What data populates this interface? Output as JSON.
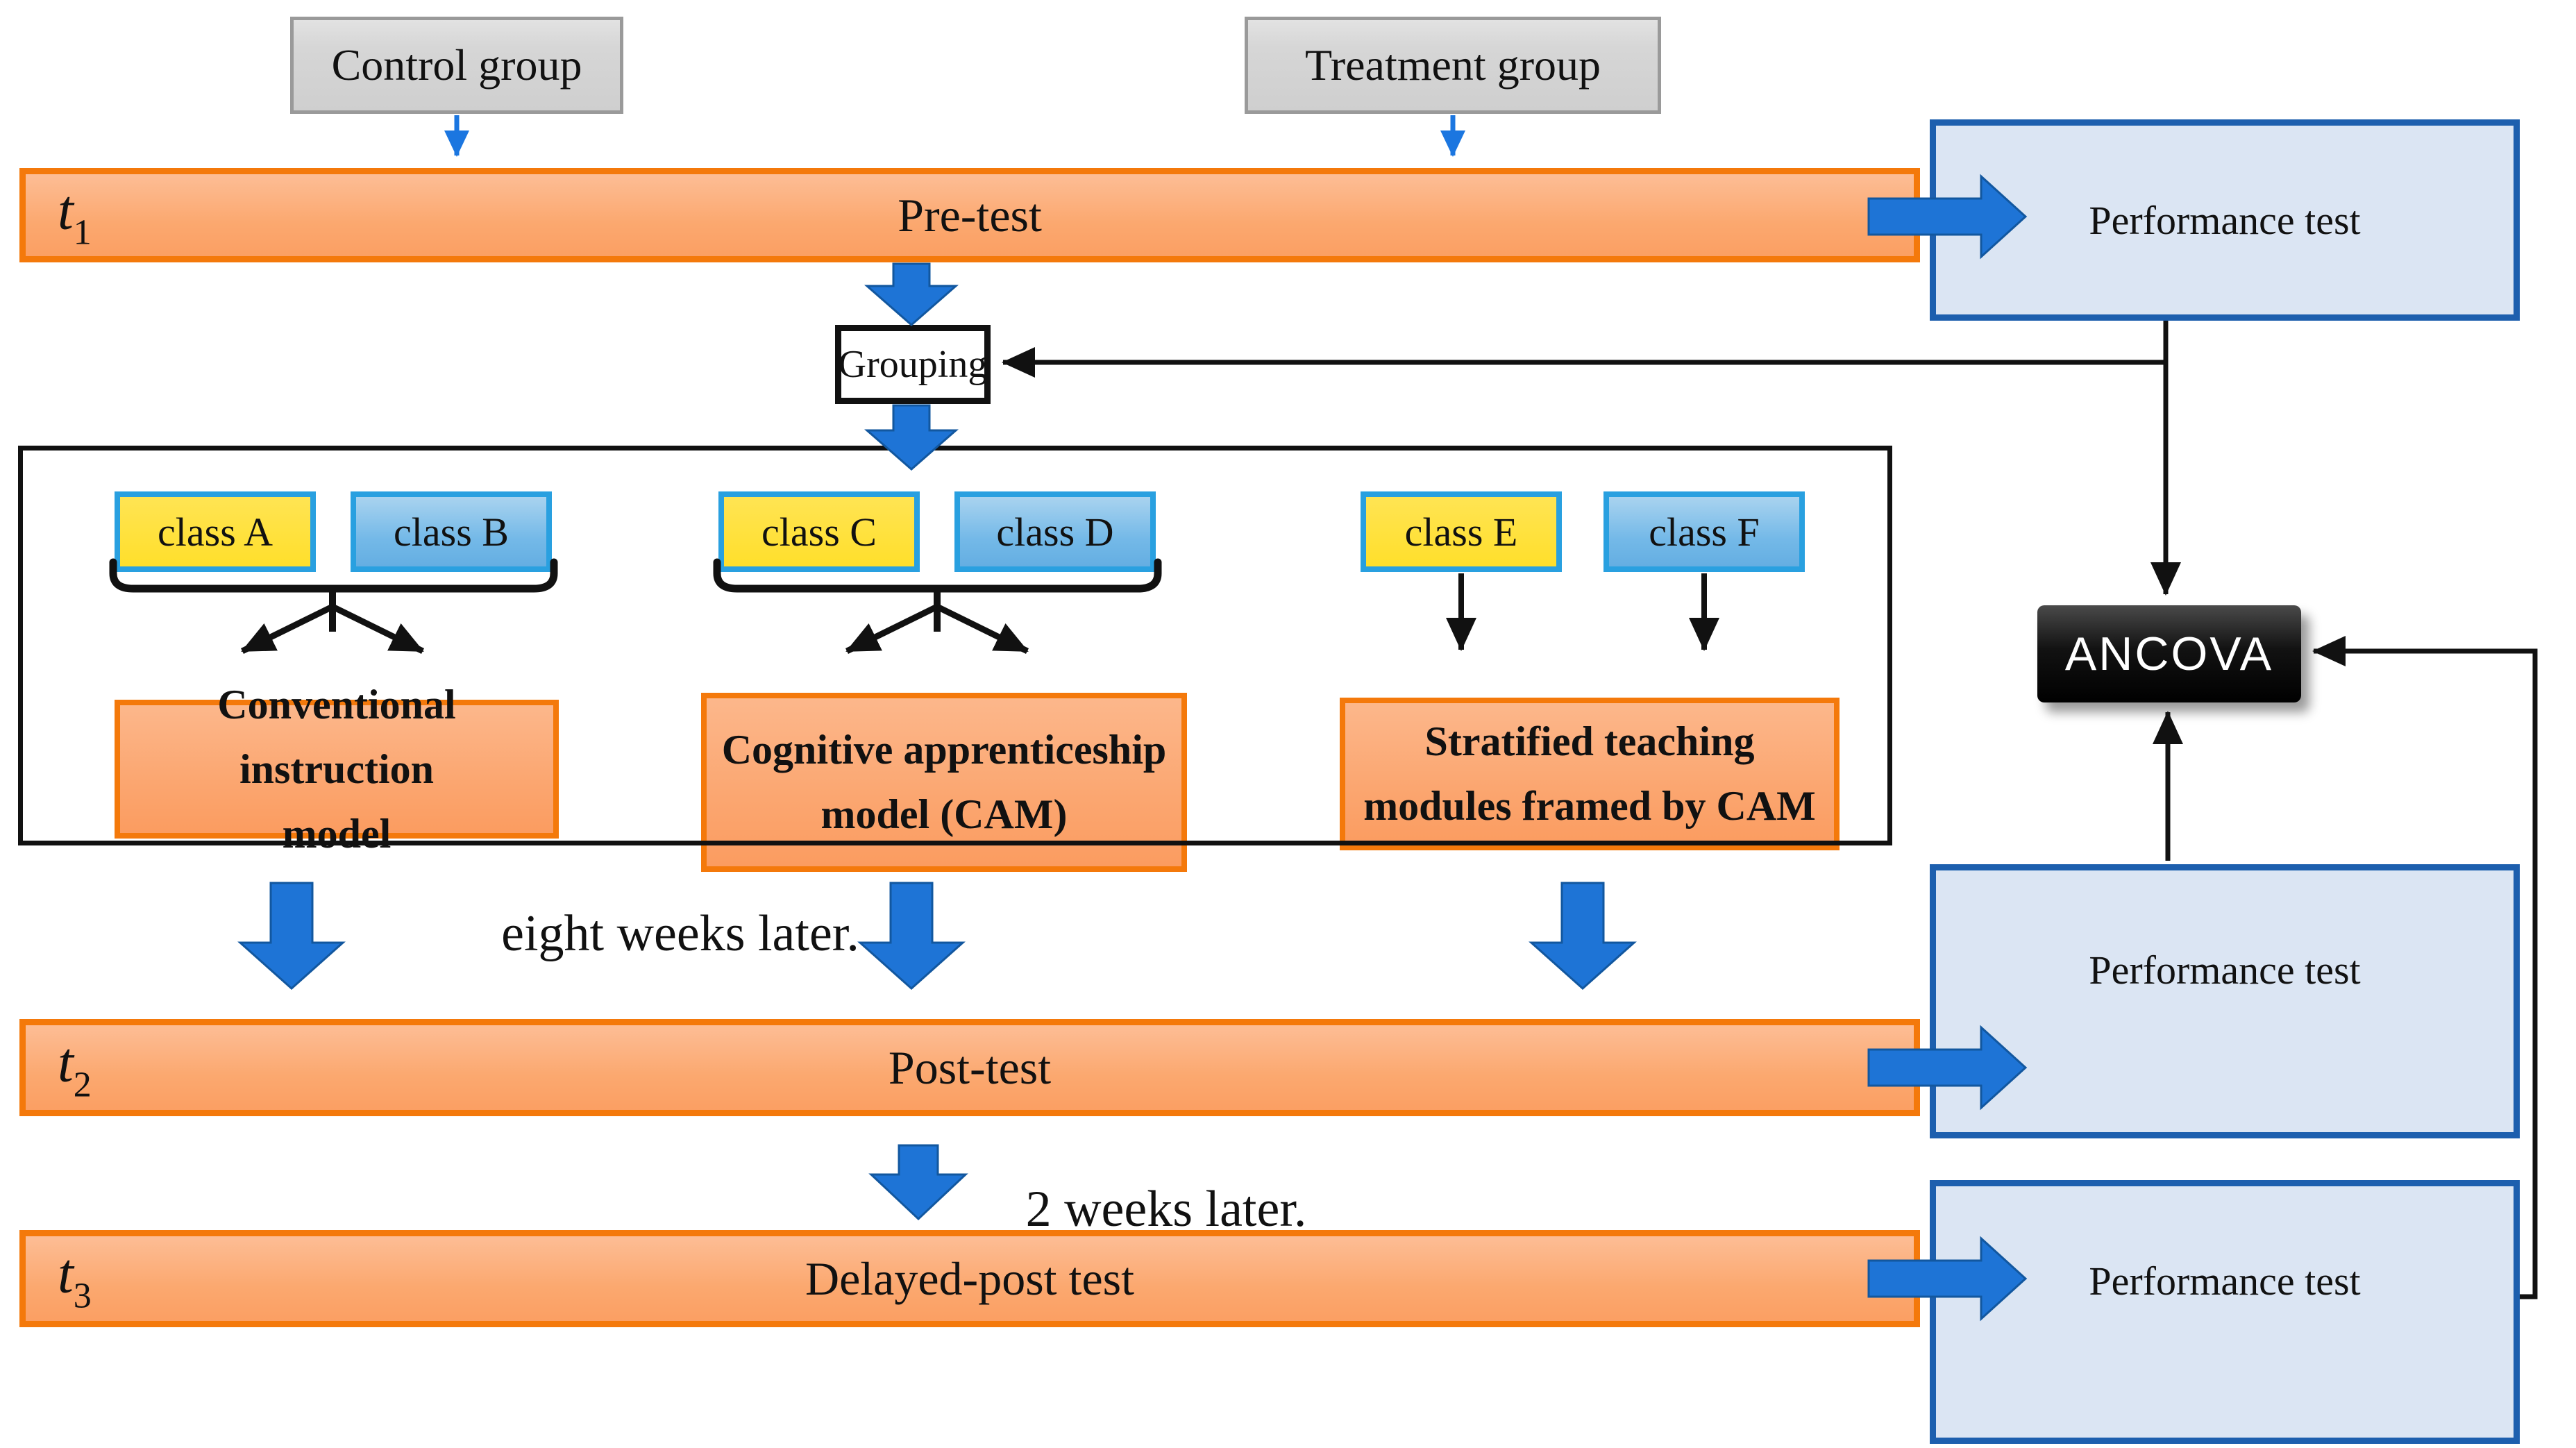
{
  "groups": {
    "control": "Control group",
    "treatment": "Treatment group"
  },
  "timeline": [
    {
      "symbol": "t",
      "sub": "1",
      "label": "Pre-test"
    },
    {
      "symbol": "t",
      "sub": "2",
      "label": "Post-test"
    },
    {
      "symbol": "t",
      "sub": "3",
      "label": "Delayed-post test"
    }
  ],
  "grouping_label": "Grouping",
  "classes": [
    "class A",
    "class B",
    "class C",
    "class D",
    "class E",
    "class F"
  ],
  "models": {
    "conventional": {
      "line1": "Conventional instruction",
      "line2": "model"
    },
    "cam": {
      "line1": "Cognitive apprenticeship",
      "line2": "model (CAM)"
    },
    "stratified": {
      "line1": "Stratified teaching",
      "line2": "modules framed by CAM"
    }
  },
  "annotations": {
    "eight_weeks": "eight weeks later.",
    "two_weeks": "2 weeks later."
  },
  "performance_test_label": "Performance test",
  "ancova_label": "ANCOVA",
  "colors": {
    "bar_fill": "#fba86f",
    "bar_border": "#f4790b",
    "class_yellow": "#ffdf2b",
    "class_blue": "#74b9e8",
    "class_border": "#29a0e0",
    "performance_fill": "#dbe5f3",
    "performance_border": "#1d5fae",
    "gray_fill": "#d6d6d6",
    "thick_arrow_blue": "#1e74d6",
    "connector_black": "#111111",
    "ancova_bg": "#000000"
  }
}
